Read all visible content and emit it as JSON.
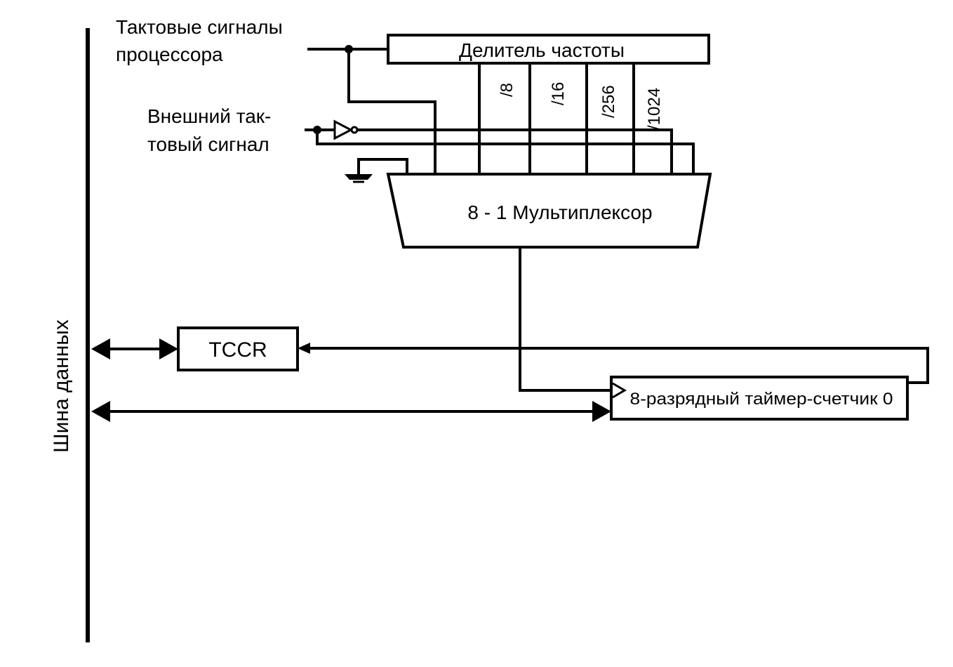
{
  "diagram": {
    "bus_label": "Шина данных",
    "cpu_clock_label_line1": "Тактовые сигналы",
    "cpu_clock_label_line2": "процессора",
    "ext_clock_label_line1": "Внешний так-",
    "ext_clock_label_line2": "товый сигнал",
    "prescaler_label": "Делитель частоты",
    "prescaler_taps": [
      "/8",
      "/16",
      "/256",
      "/1024"
    ],
    "mux_label": "8 - 1 Мультиплексор",
    "tccr_label": "TCCR",
    "timer_label": "8-разрядный таймер-счетчик 0"
  }
}
